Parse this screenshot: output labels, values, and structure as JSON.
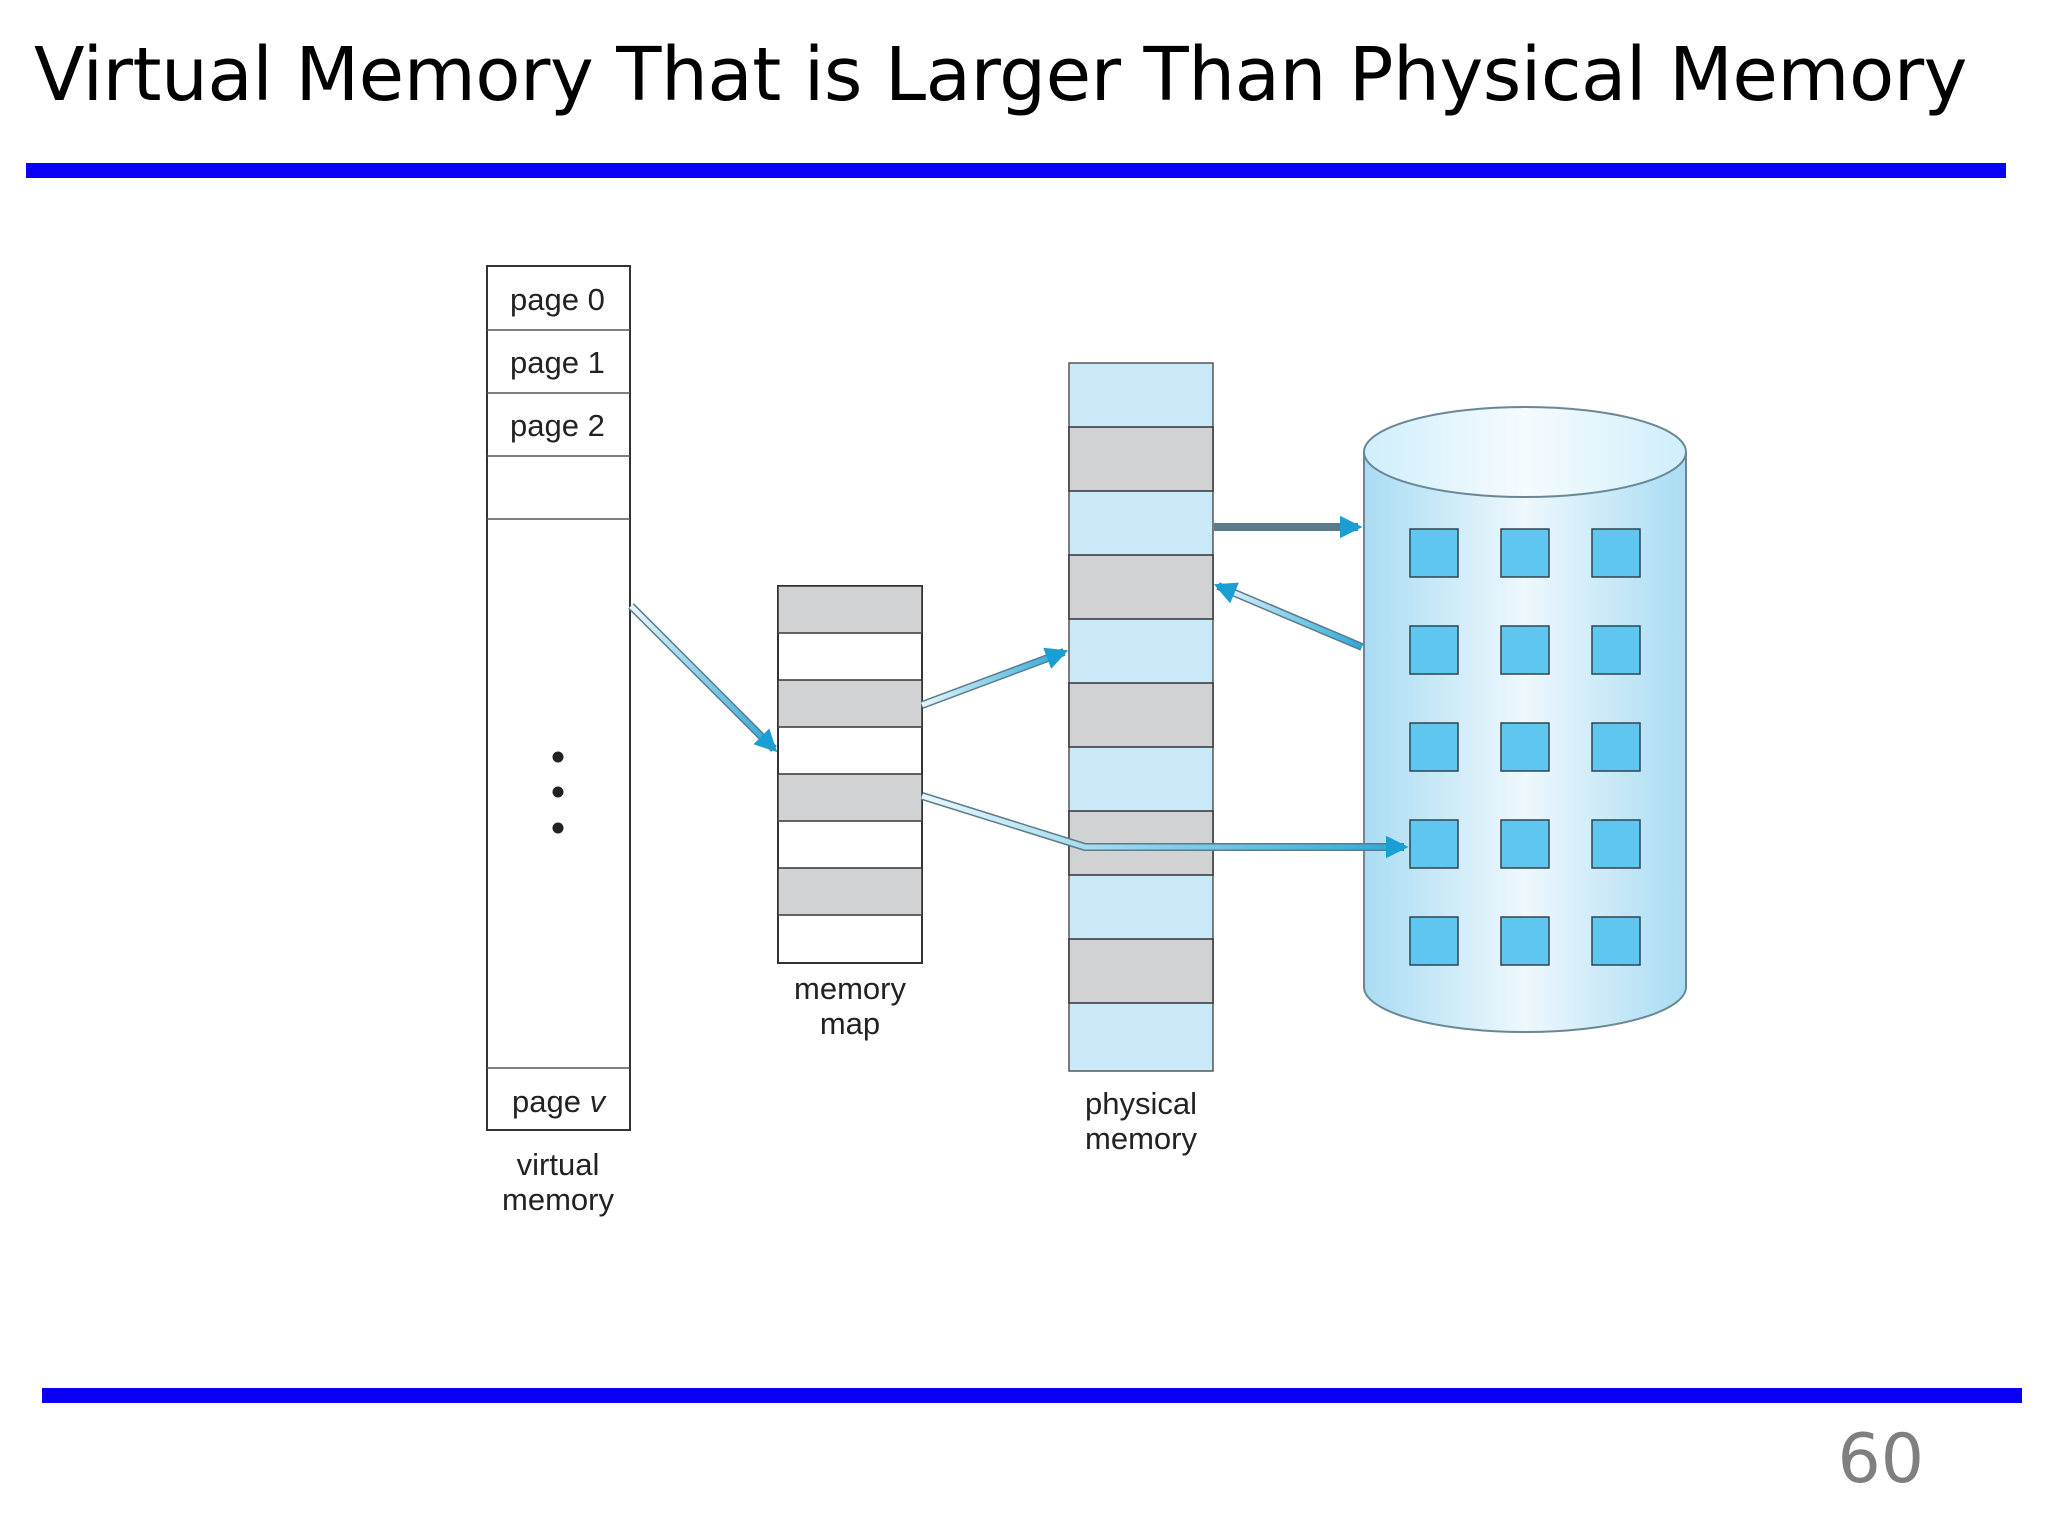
{
  "slide": {
    "title": "Virtual Memory That is Larger Than Physical Memory",
    "page_number": "60"
  },
  "diagram": {
    "virtual_memory": {
      "pages": [
        "page 0",
        "page 1",
        "page 2"
      ],
      "last_page_prefix": "page ",
      "last_page_var": "v",
      "ellipsis": "• • •",
      "caption_line1": "virtual",
      "caption_line2": "memory"
    },
    "memory_map": {
      "caption_line1": "memory",
      "caption_line2": "map"
    },
    "physical_memory": {
      "caption_line1": "physical",
      "caption_line2": "memory"
    },
    "colors": {
      "accent_rule": "#0a00f5",
      "frame_fill": "#c9e9f8",
      "used_frame": "#d0d2d4",
      "disk_fill": "#c6e7f7",
      "disk_block": "#5fc7ef",
      "arrow": "#2aa7d8"
    }
  }
}
